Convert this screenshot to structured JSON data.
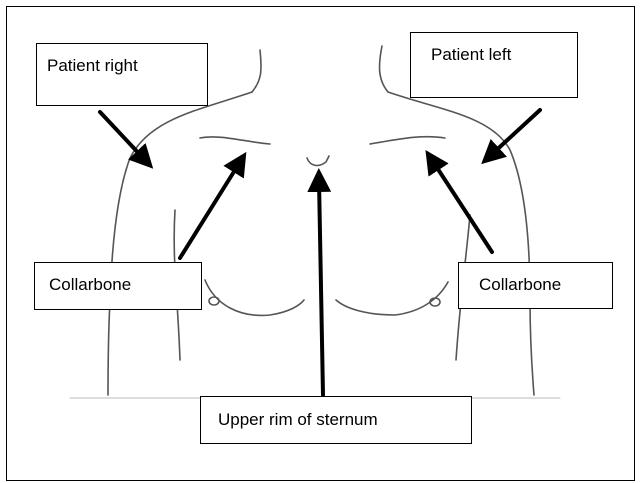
{
  "labels": {
    "patient_right": "Patient right",
    "patient_left": "Patient left",
    "collarbone_right": "Collarbone",
    "collarbone_left": "Collarbone",
    "sternum": "Upper rim of sternum"
  },
  "colors": {
    "outline": "#555555",
    "arrow": "#000000",
    "background": "#ffffff"
  }
}
